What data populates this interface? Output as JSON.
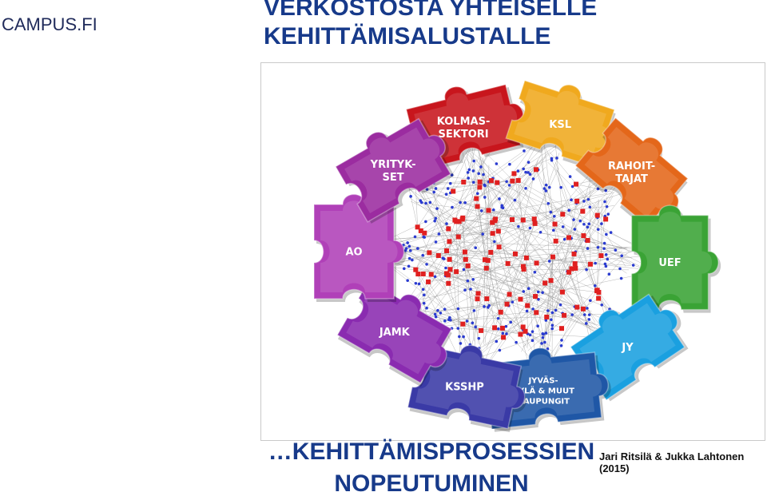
{
  "brand": "CAMPUS.FI",
  "title": {
    "line1": "VERKOSTOSTA YHTEISELLE",
    "line2": "KEHITTÄMISALUSTALLE"
  },
  "diagram": {
    "pieces": [
      {
        "id": "kolmas",
        "lines": [
          "KOLMAS-",
          "SEKTORI"
        ],
        "color": "#c8161d"
      },
      {
        "id": "ksl",
        "lines": [
          "KSL"
        ],
        "color": "#f0a91e"
      },
      {
        "id": "rahoit",
        "lines": [
          "RAHOIT-",
          "TAJAT"
        ],
        "color": "#e4671a"
      },
      {
        "id": "uef",
        "lines": [
          "UEF"
        ],
        "color": "#3aa335"
      },
      {
        "id": "jy",
        "lines": [
          "JY"
        ],
        "color": "#1aa0e0"
      },
      {
        "id": "jyvas",
        "lines": [
          "JYVÄS-",
          "KYLÄ & MUUT",
          "KAUPUNGIT"
        ],
        "color": "#1f57a6"
      },
      {
        "id": "ksshp",
        "lines": [
          "KSSHP"
        ],
        "color": "#3a3aa6"
      },
      {
        "id": "jamk",
        "lines": [
          "JAMK"
        ],
        "color": "#8a2bb0"
      },
      {
        "id": "ao",
        "lines": [
          "AO"
        ],
        "color": "#b040b8"
      },
      {
        "id": "yritykset",
        "lines": [
          "YRITYK-",
          "SET"
        ],
        "color": "#9b2ca0"
      }
    ],
    "network": {
      "node_color": "#e02020",
      "edge_color": "#9a9a9a",
      "dot_color": "#2a3bd0"
    }
  },
  "bottom_text": {
    "line1": "…KEHITTÄMISPROSESSIEN",
    "line2": "NOPEUTUMINEN"
  },
  "credit": "Jari Ritsilä & Jukka Lahtonen (2015)"
}
